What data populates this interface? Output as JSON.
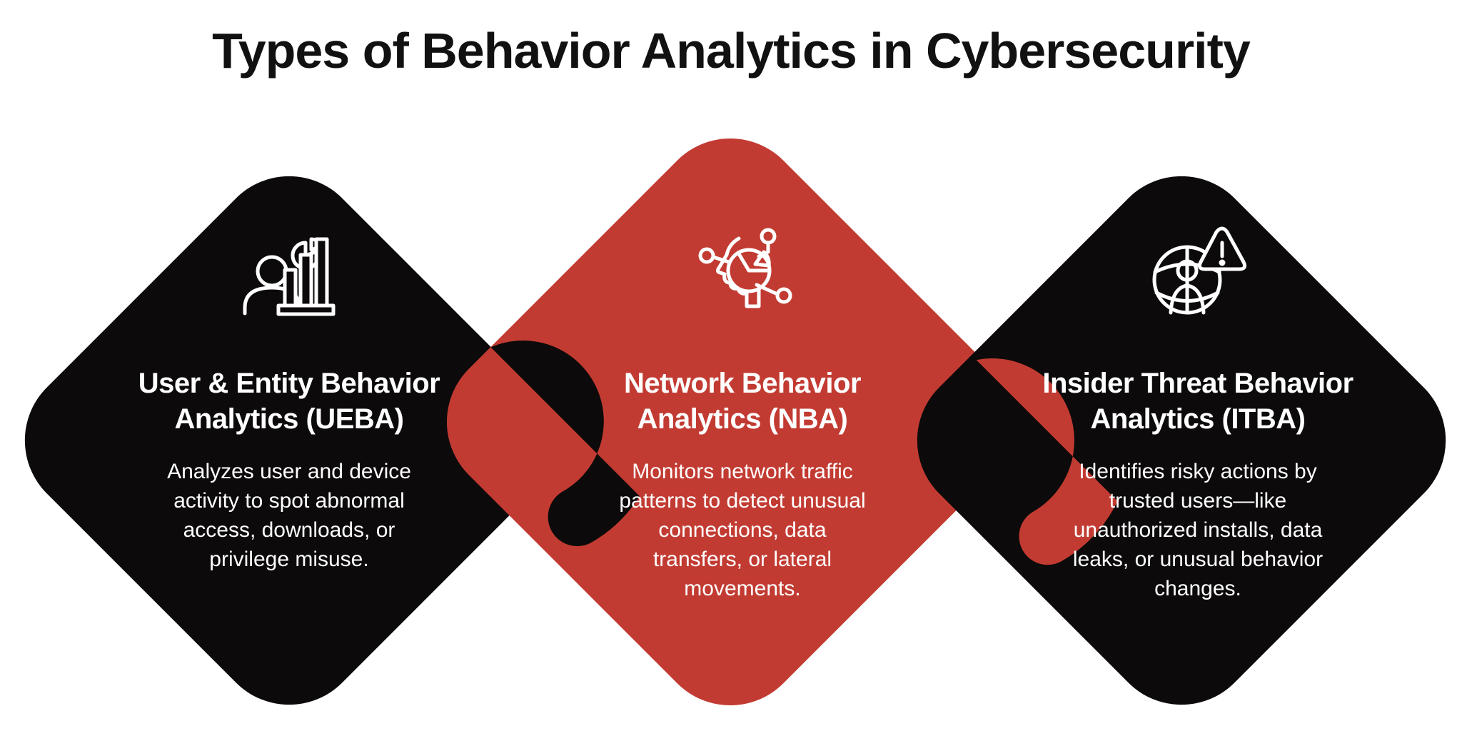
{
  "title": "Types of Behavior Analytics in Cybersecurity",
  "colors": {
    "background": "#ffffff",
    "shape_black": "#0c0a0a",
    "accent_red": "#c23b32",
    "title_text": "#121111",
    "card_text": "#ffffff"
  },
  "cards": [
    {
      "key": "ueba",
      "shape_color": "black",
      "icon": "user-entity-analytics-icon",
      "title": "User & Entity Behavior\nAnalytics (UEBA)",
      "description": "Analyzes user and device\nactivity to spot abnormal\naccess, downloads, or\nprivilege misuse."
    },
    {
      "key": "nba",
      "shape_color": "red",
      "icon": "network-head-analytics-icon",
      "title": "Network Behavior\nAnalytics (NBA)",
      "description": "Monitors network traffic\npatterns to detect unusual\nconnections, data\ntransfers, or lateral\nmovements."
    },
    {
      "key": "itba",
      "shape_color": "black",
      "icon": "insider-threat-globe-icon",
      "title": "Insider Threat Behavior\nAnalytics (ITBA)",
      "description": "Identifies risky actions by\ntrusted users—like\nunauthorized installs, data\nleaks, or unusual behavior\nchanges."
    }
  ]
}
